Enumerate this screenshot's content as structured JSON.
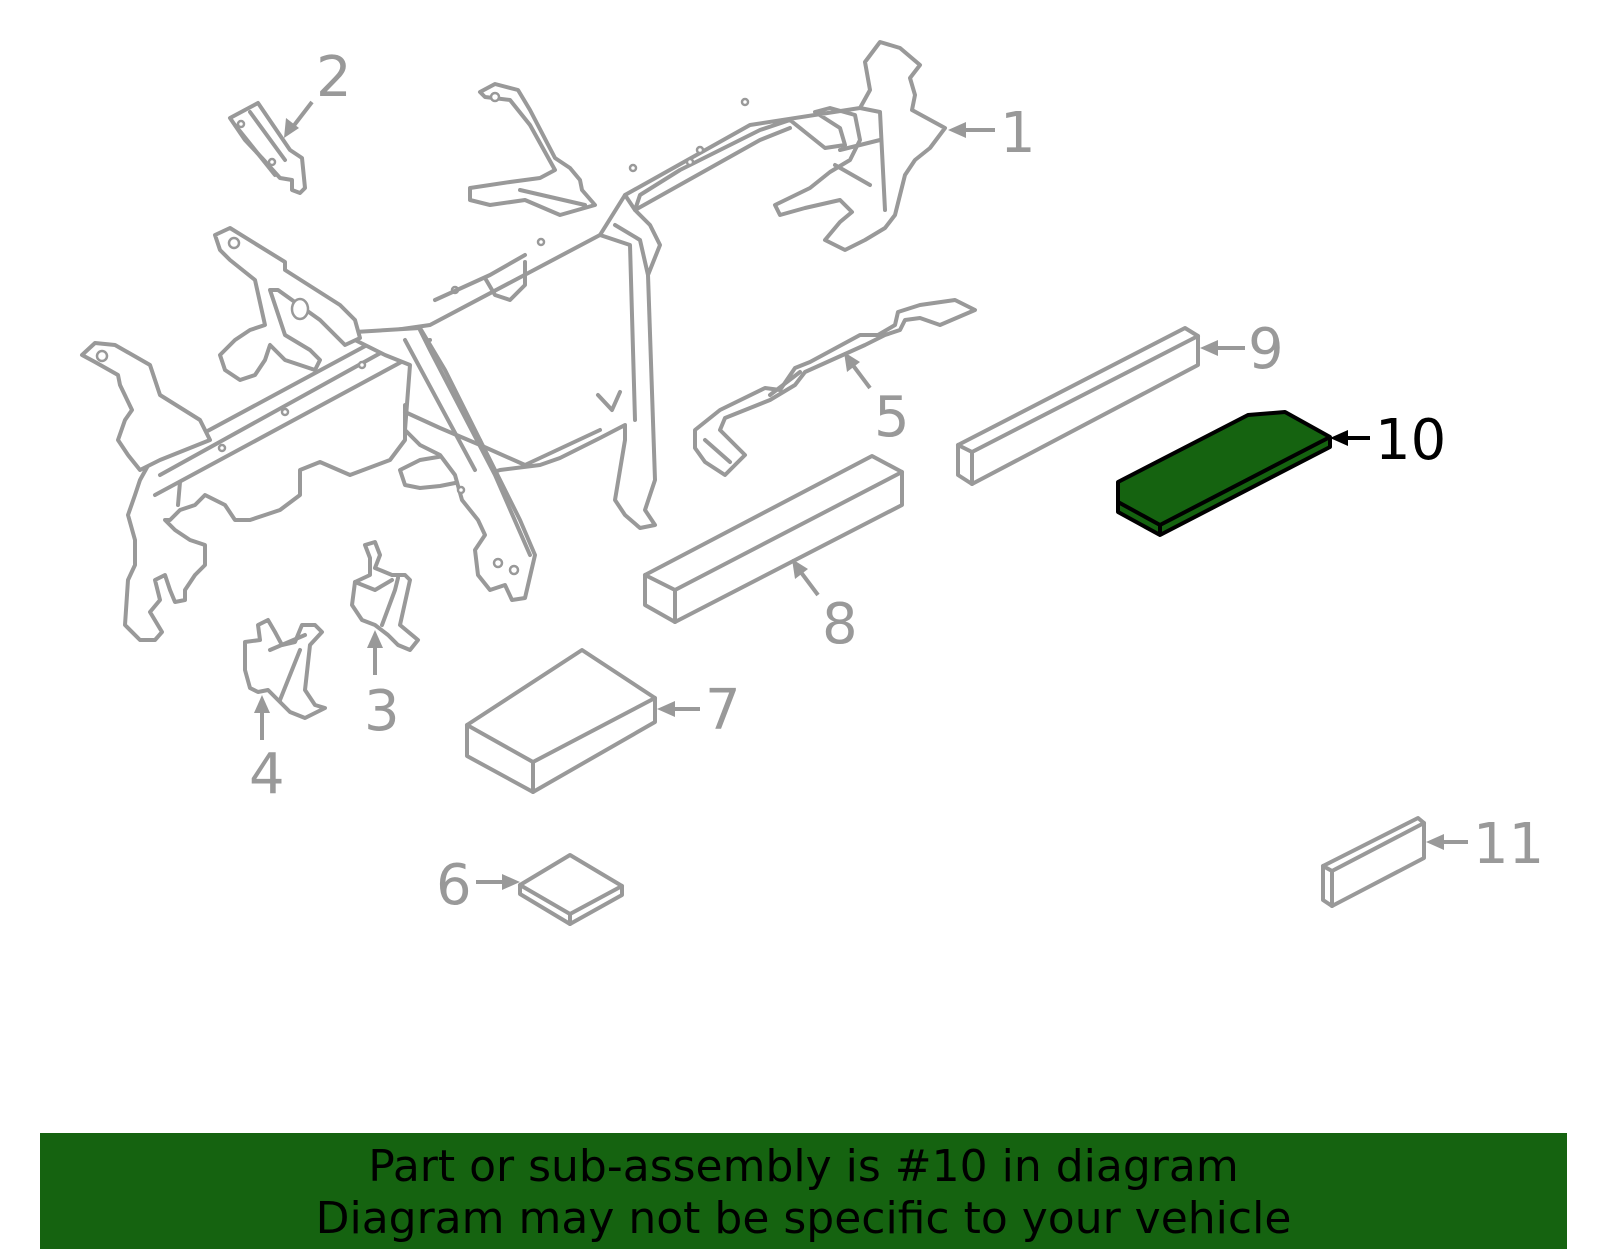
{
  "colors": {
    "part_stroke": "#999999",
    "highlight_fill": "#156310",
    "highlight_stroke": "#000000",
    "banner_bg": "#156310",
    "banner_text": "#000000"
  },
  "highlighted_part": "10",
  "callouts": {
    "c1": "1",
    "c2": "2",
    "c3": "3",
    "c4": "4",
    "c5": "5",
    "c6": "6",
    "c7": "7",
    "c8": "8",
    "c9": "9",
    "c10": "10",
    "c11": "11"
  },
  "banner": {
    "line1": "Part or sub-assembly is #10 in diagram",
    "line2": "Diagram may not be specific to your vehicle"
  }
}
